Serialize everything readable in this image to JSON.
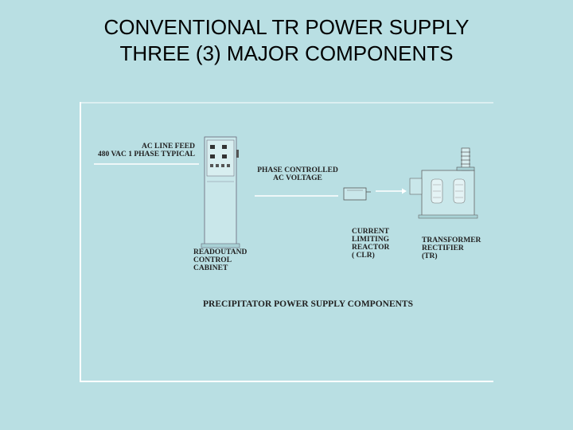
{
  "slide": {
    "title_lines": [
      "CONVENTIONAL TR POWER SUPPLY",
      "THREE (3) MAJOR COMPONENTS"
    ]
  },
  "diagram": {
    "line_feed": [
      "AC LINE FEED",
      "480 VAC 1 PHASE TYPICAL"
    ],
    "phase_controlled": [
      "PHASE CONTROLLED",
      "AC VOLTAGE"
    ],
    "cabinet": [
      "READOUTAND",
      "CONTROL",
      "CABINET"
    ],
    "reactor": [
      "CURRENT",
      "LIMITING",
      "REACTOR",
      "( CLR)"
    ],
    "transformer": [
      "TRANSFORMER",
      "RECTIFIER",
      "(TR)"
    ],
    "caption": "PRECIPITATOR POWER SUPPLY COMPONENTS"
  },
  "colors": {
    "background": "#b9dfe3",
    "line": "#ffffff",
    "ink": "#222222"
  }
}
